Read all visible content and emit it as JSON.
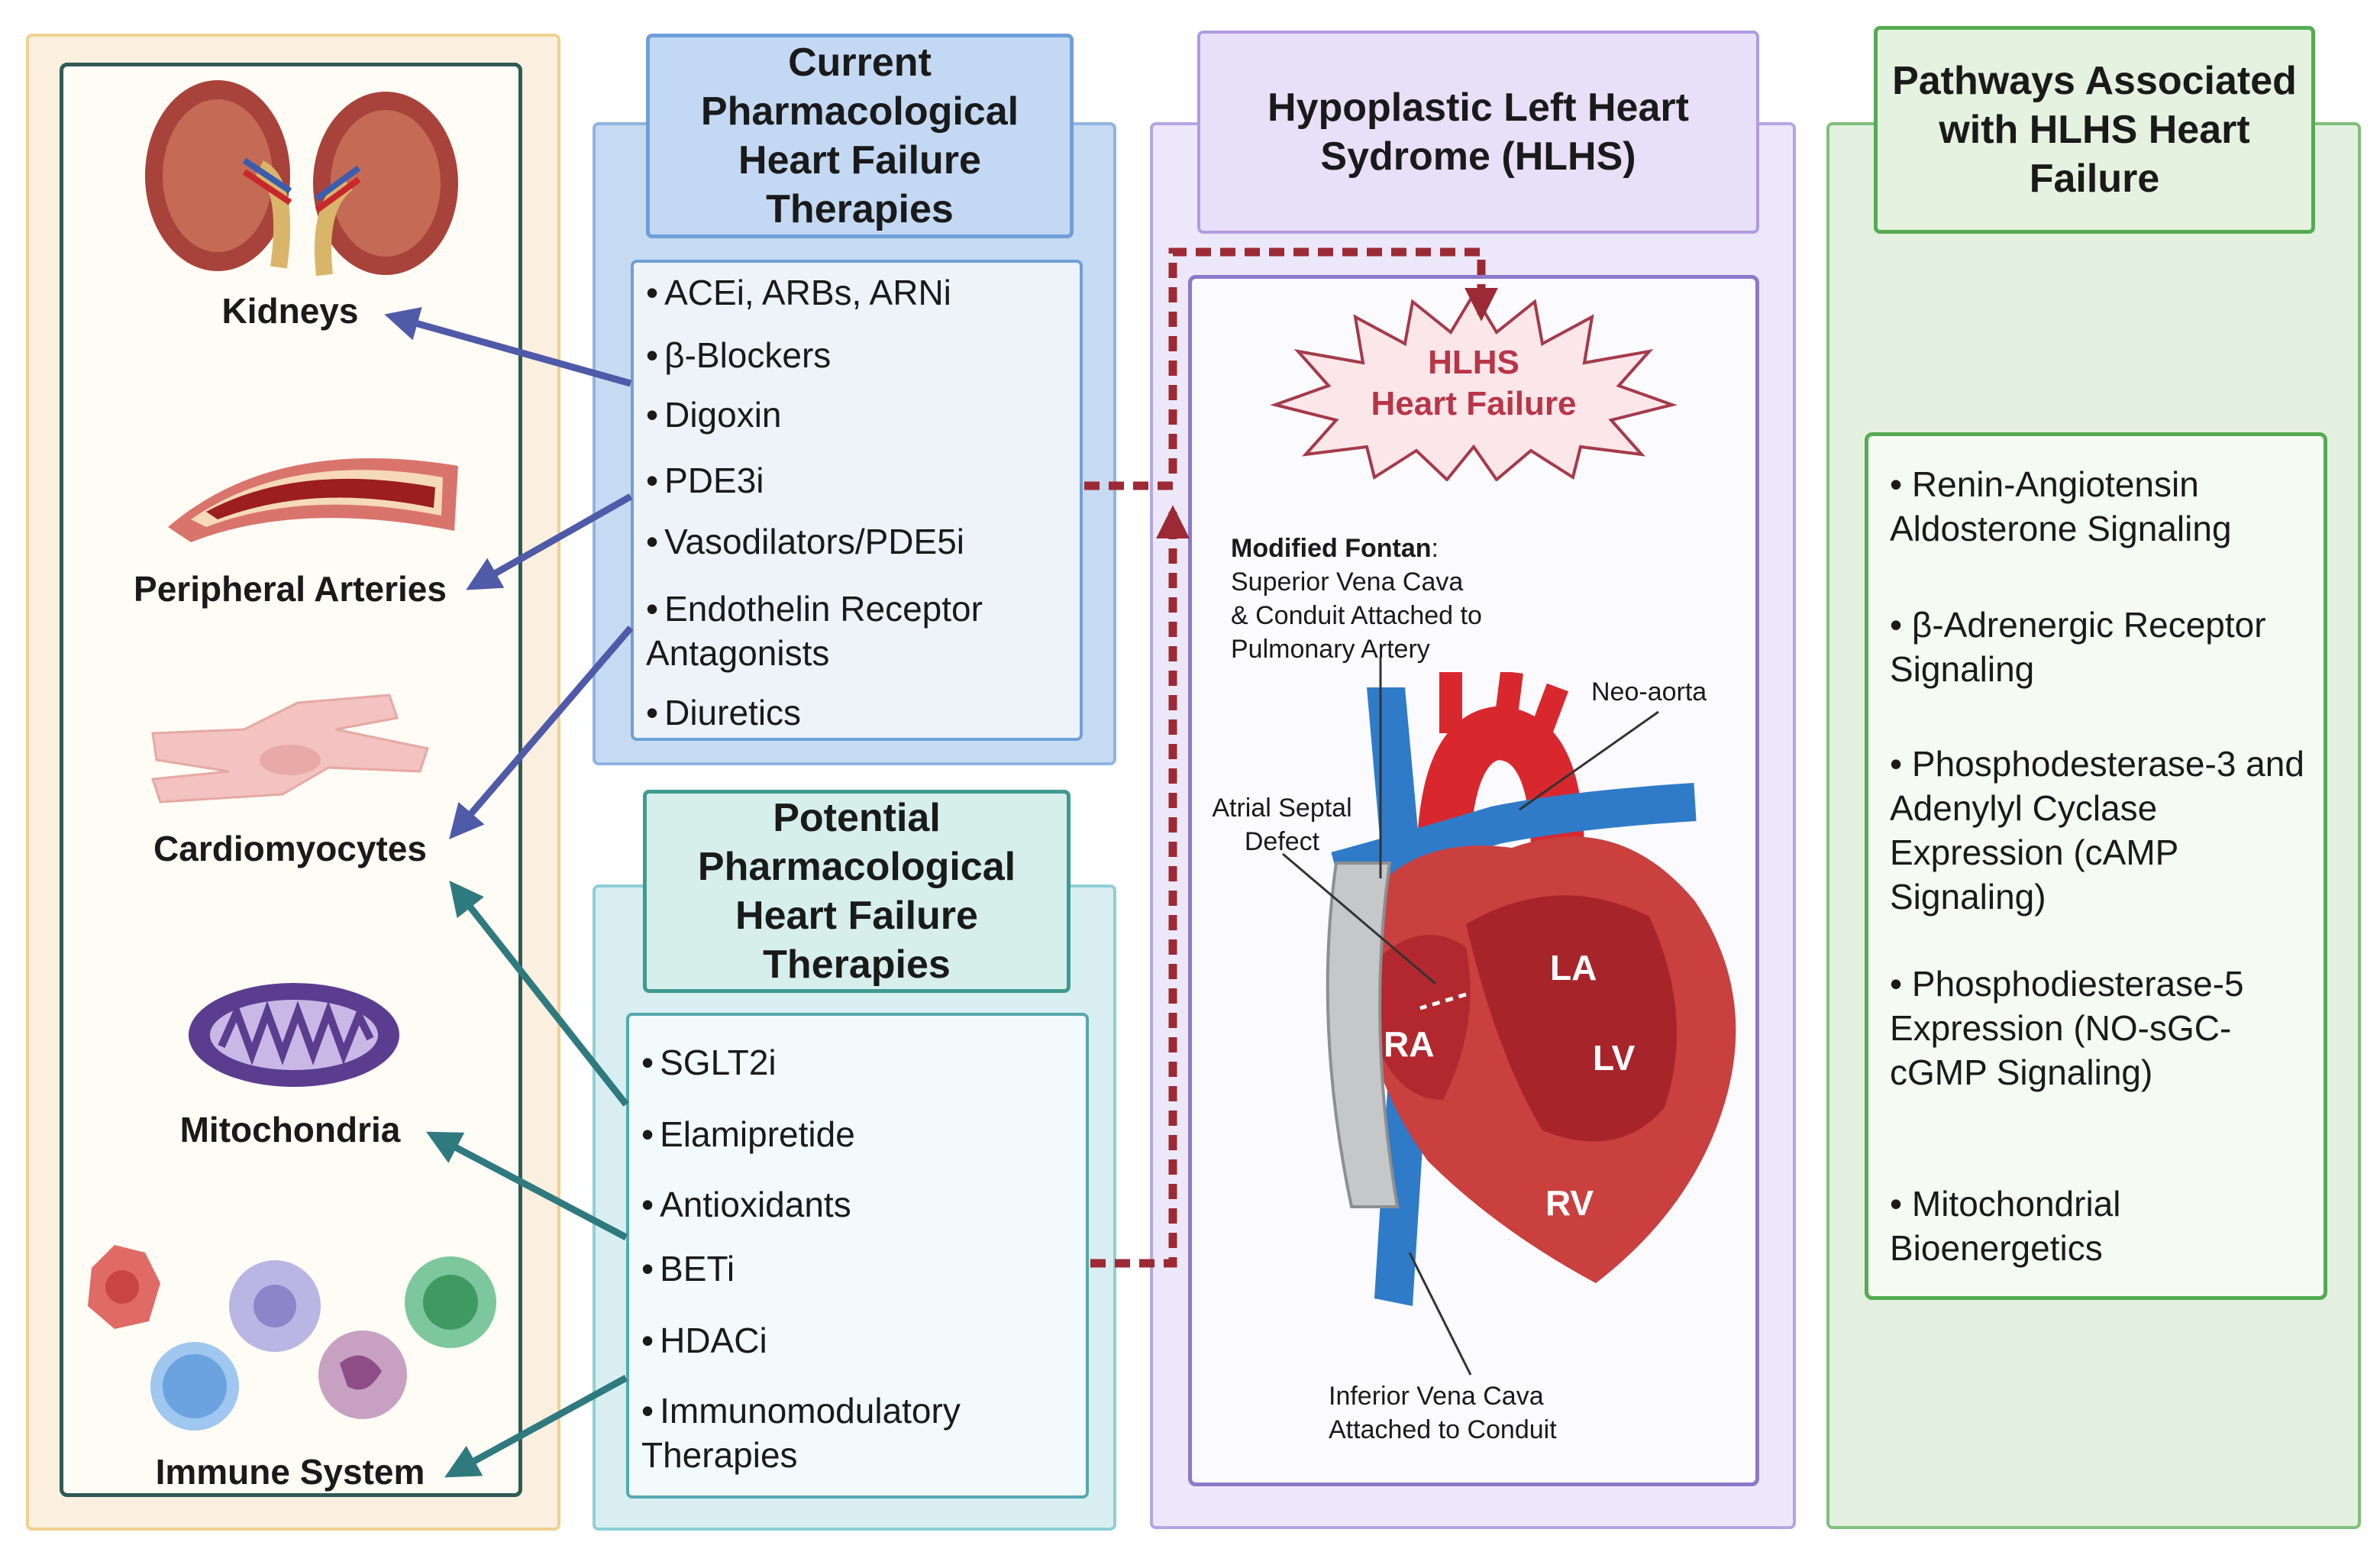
{
  "organs": {
    "title_kidneys": "Kidneys",
    "title_arteries": "Peripheral Arteries",
    "title_cardiomyocytes": "Cardiomyocytes",
    "title_mitochondria": "Mitochondria",
    "title_immune": "Immune System"
  },
  "current_therapies": {
    "title": "Current Pharmacological Heart Failure Therapies",
    "items": [
      {
        "bullet": "•",
        "text": "ACEi, ARBs, ARNi"
      },
      {
        "bullet": "•",
        "text": "β-Blockers"
      },
      {
        "bullet": "•",
        "text": "Digoxin"
      },
      {
        "bullet": "•",
        "text": "PDE3i"
      },
      {
        "bullet": "•",
        "text": "Vasodilators/PDE5i"
      },
      {
        "bullet": "•",
        "text": "Endothelin Receptor Antagonists"
      },
      {
        "bullet": "•",
        "text": "Diuretics"
      }
    ]
  },
  "potential_therapies": {
    "title": "Potential Pharmacological Heart Failure Therapies",
    "items": [
      {
        "bullet": "•",
        "text": "SGLT2i"
      },
      {
        "bullet": "•",
        "text": "Elamipretide"
      },
      {
        "bullet": "•",
        "text": "Antioxidants"
      },
      {
        "bullet": "•",
        "text": "BETi"
      },
      {
        "bullet": "•",
        "text": "HDACi"
      },
      {
        "bullet": "•",
        "text": "Immunomodulatory Therapies"
      }
    ]
  },
  "hlhs": {
    "title": "Hypoplastic Left Heart Sydrome (HLHS)",
    "burst_line1": "HLHS",
    "burst_line2": "Heart Failure",
    "fontan_bold": "Modified Fontan",
    "fontan_colon": ":",
    "fontan_line1": "Superior Vena Cava",
    "fontan_line2": "& Conduit Attached to",
    "fontan_line3": "Pulmonary Artery",
    "neo_aorta": "Neo-aorta",
    "asd_line1": "Atrial Septal",
    "asd_line2": "Defect",
    "ivc_line1": "Inferior Vena Cava",
    "ivc_line2": "Attached to Conduit",
    "chambers": {
      "la": "LA",
      "ra": "RA",
      "lv": "LV",
      "rv": "RV"
    }
  },
  "pathways": {
    "title": "Pathways Associated with HLHS Heart Failure",
    "items": [
      {
        "bullet": "•",
        "text": "Renin-Angiotensin Aldosterone Signaling"
      },
      {
        "bullet": "•",
        "text": "β-Adrenergic Receptor Signaling"
      },
      {
        "bullet": "•",
        "text": "Phosphodesterase-3 and Adenylyl Cyclase Expression (cAMP Signaling)"
      },
      {
        "bullet": "•",
        "text": "Phosphodiesterase-5 Expression (NO-sGC-cGMP Signaling)"
      },
      {
        "bullet": "•",
        "text": "Mitochondrial Bioenergetics"
      }
    ]
  },
  "colors": {
    "current_arrow": "#4f5aa8",
    "potential_arrow": "#2f7a7e",
    "dashed_path": "#9c2a35"
  }
}
